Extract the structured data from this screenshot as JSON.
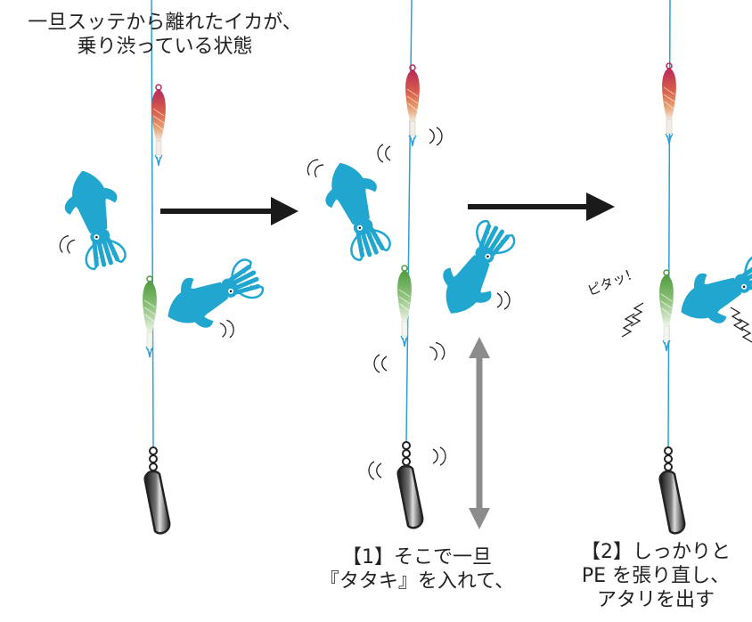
{
  "captions": {
    "top_line1": "一旦スッテから離れたイカが、",
    "top_line2": "乗り渋っている状態",
    "mid_line1": "【1】そこで一旦",
    "mid_line2": "『タタキ』を入れて、",
    "right_line1": "【2】しっかりと",
    "right_line2": "PE を張り直し、",
    "right_line3": "アタリを出す"
  },
  "annotations": {
    "pitat": "ピタッ！"
  },
  "colors": {
    "line": "#2d9fd6",
    "squid": "#21a6cf",
    "jig_top": "#c0305a",
    "jig_top_mid": "#e0873a",
    "jig_bottom": "#5aa64b",
    "arrow_dark": "#1a1a1a",
    "arrow_gray": "#8c8c8c",
    "sinker": "#3a3a3a"
  },
  "icons": [
    "squid-icon",
    "jig-icon",
    "sinker-icon",
    "swivel-icon",
    "motion-lines-icon",
    "double-arrow-icon",
    "right-arrow-icon"
  ]
}
